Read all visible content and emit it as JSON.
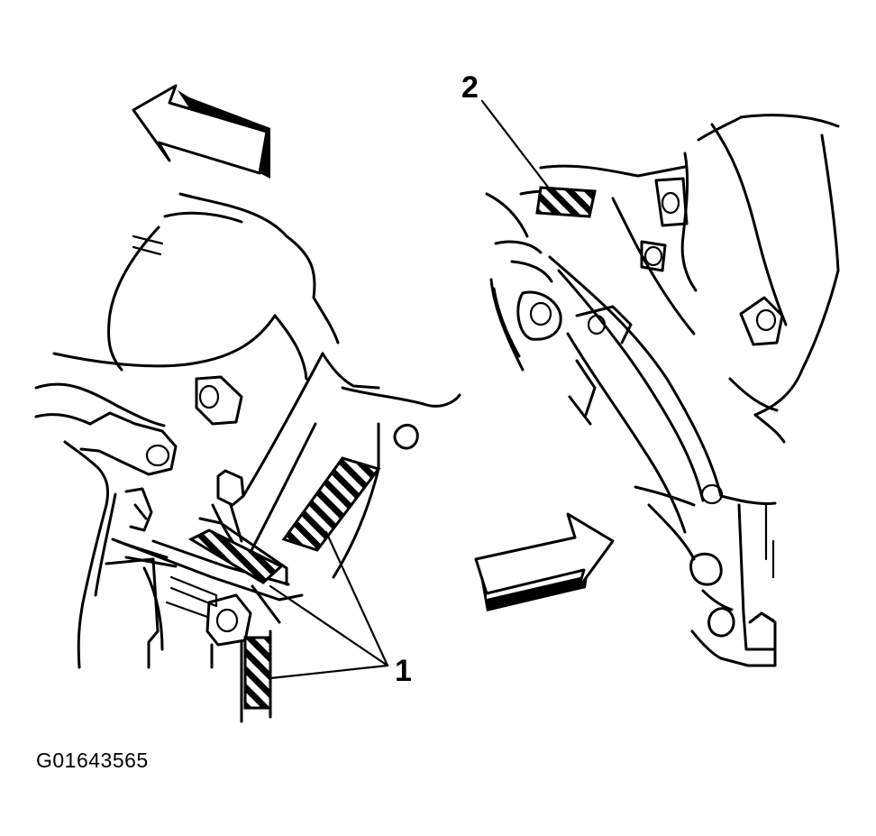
{
  "callouts": {
    "label_1": "1",
    "label_2": "2"
  },
  "figure_id": "G01643565",
  "colors": {
    "ink": "#000000",
    "paper": "#ffffff"
  },
  "icons": {
    "left_arrow": "direction-arrow-left-icon",
    "right_arrow": "direction-arrow-right-icon"
  }
}
